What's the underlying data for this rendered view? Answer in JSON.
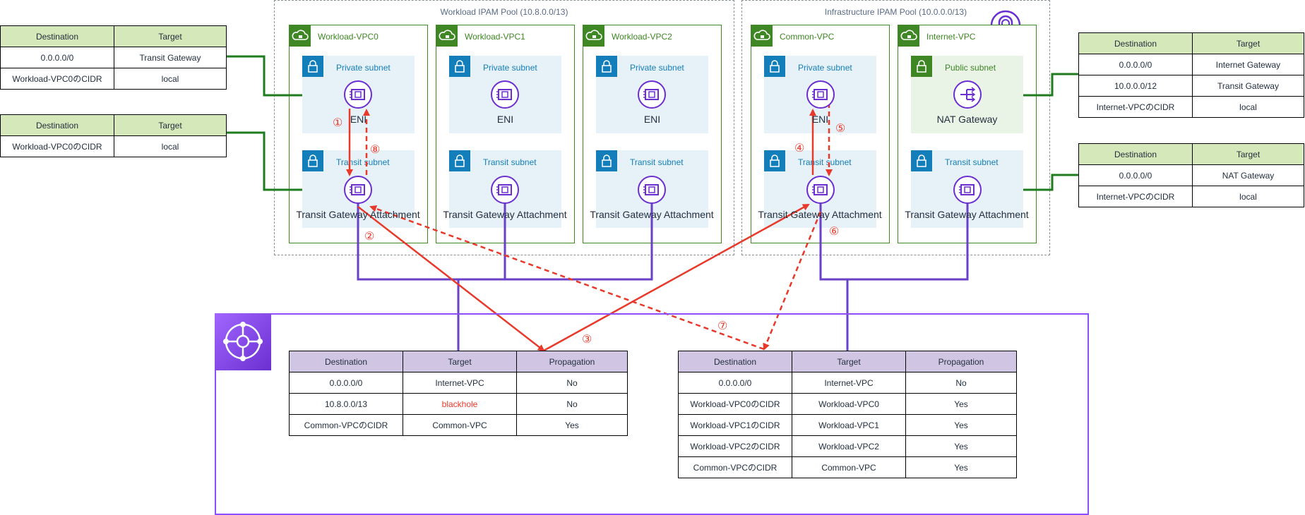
{
  "pools": {
    "workload": {
      "title": "Workload IPAM Pool (10.8.0.0/13)"
    },
    "infrastructure": {
      "title": "Infrastructure IPAM Pool (10.0.0.0/13)"
    }
  },
  "vpcs": [
    {
      "name": "Workload-VPC0",
      "subnet_top": "Private subnet",
      "node_top": "ENI",
      "subnet_bottom": "Transit subnet",
      "node_bottom": "Transit Gateway Attachment"
    },
    {
      "name": "Workload-VPC1",
      "subnet_top": "Private subnet",
      "node_top": "ENI",
      "subnet_bottom": "Transit subnet",
      "node_bottom": "Transit Gateway Attachment"
    },
    {
      "name": "Workload-VPC2",
      "subnet_top": "Private subnet",
      "node_top": "ENI",
      "subnet_bottom": "Transit subnet",
      "node_bottom": "Transit Gateway Attachment"
    },
    {
      "name": "Common-VPC",
      "subnet_top": "Private subnet",
      "node_top": "ENI",
      "subnet_bottom": "Transit subnet",
      "node_bottom": "Transit Gateway Attachment"
    },
    {
      "name": "Internet-VPC",
      "subnet_top": "Public subnet",
      "node_top": "NAT Gateway",
      "subnet_bottom": "Transit subnet",
      "node_bottom": "Transit Gateway Attachment"
    }
  ],
  "route_tables": {
    "left_top": {
      "headers": [
        "Destination",
        "Target"
      ],
      "rows": [
        [
          "0.0.0.0/0",
          "Transit Gateway"
        ],
        [
          "Workload-VPC0のCIDR",
          "local"
        ]
      ]
    },
    "left_bottom": {
      "headers": [
        "Destination",
        "Target"
      ],
      "rows": [
        [
          "Workload-VPC0のCIDR",
          "local"
        ]
      ]
    },
    "right_top": {
      "headers": [
        "Destination",
        "Target"
      ],
      "rows": [
        [
          "0.0.0.0/0",
          "Internet Gateway"
        ],
        [
          "10.0.0.0/12",
          "Transit Gateway"
        ],
        [
          "Internet-VPCのCIDR",
          "local"
        ]
      ]
    },
    "right_bottom": {
      "headers": [
        "Destination",
        "Target"
      ],
      "rows": [
        [
          "0.0.0.0/0",
          "NAT Gateway"
        ],
        [
          "Internet-VPCのCIDR",
          "local"
        ]
      ]
    },
    "tgw_left": {
      "headers": [
        "Destination",
        "Target",
        "Propagation"
      ],
      "rows": [
        [
          "0.0.0.0/0",
          "Internet-VPC",
          "No"
        ],
        [
          "10.8.0.0/13",
          "blackhole",
          "No"
        ],
        [
          "Common-VPCのCIDR",
          "Common-VPC",
          "Yes"
        ]
      ]
    },
    "tgw_right": {
      "headers": [
        "Destination",
        "Target",
        "Propagation"
      ],
      "rows": [
        [
          "0.0.0.0/0",
          "Internet-VPC",
          "No"
        ],
        [
          "Workload-VPC0のCIDR",
          "Workload-VPC0",
          "Yes"
        ],
        [
          "Workload-VPC1のCIDR",
          "Workload-VPC1",
          "Yes"
        ],
        [
          "Workload-VPC2のCIDR",
          "Workload-VPC2",
          "Yes"
        ],
        [
          "Common-VPCのCIDR",
          "Common-VPC",
          "Yes"
        ]
      ]
    }
  },
  "steps": [
    "①",
    "②",
    "③",
    "④",
    "⑤",
    "⑥",
    "⑦",
    "⑧"
  ],
  "colors": {
    "vpc": "#3f8624",
    "subnet_private": "#147eba",
    "tgw": "#8c4fff",
    "flow": "#e8392a",
    "route_header_green": "#d5e8b9",
    "route_header_purple": "#d0c6e4",
    "blackhole": "#e8392a"
  },
  "icons": [
    "cloud-lock-icon",
    "lock-icon",
    "network-interface-icon",
    "nat-gateway-icon",
    "transit-gateway-icon",
    "internet-gateway-icon"
  ]
}
